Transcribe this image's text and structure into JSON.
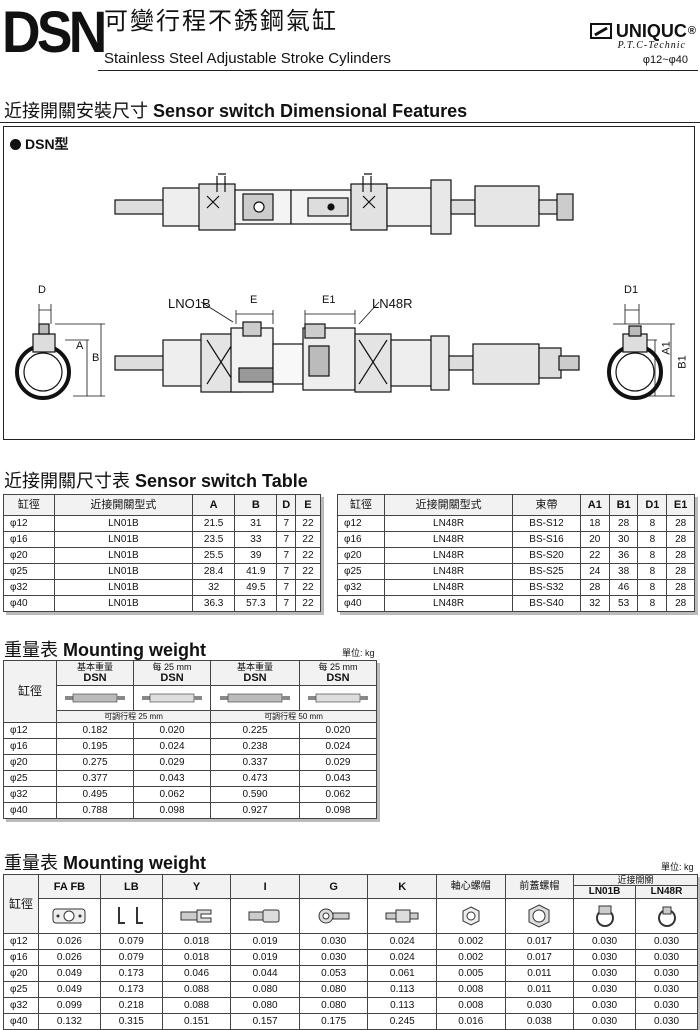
{
  "header": {
    "code": "DSN",
    "title_zh": "可變行程不銹鋼氣缸",
    "title_en": "Stainless Steel Adjustable Stroke Cylinders",
    "brand": "UNIQUC",
    "brand_reg": "®",
    "brand_sub": "P.T.C-Technic",
    "size_range": "φ12~φ40"
  },
  "sections": {
    "sensor_dim_zh": "近接開關安裝尺寸",
    "sensor_dim_en": "Sensor switch Dimensional Features",
    "sensor_table_zh": "近接開關尺寸表",
    "sensor_table_en": "Sensor switch Table",
    "weight_zh": "重量表",
    "weight_en": "Mounting weight"
  },
  "diagram": {
    "type_label": "DSN型",
    "labels": {
      "D": "D",
      "A": "A",
      "B": "B",
      "E": "E",
      "E1": "E1",
      "D1": "D1",
      "A1": "A1",
      "B1": "B1",
      "LNO1B": "LNO1B",
      "LN48R": "LN48R"
    }
  },
  "sensor_table_ln01b": {
    "headers": [
      "缸徑",
      "近接開關型式",
      "A",
      "B",
      "D",
      "E"
    ],
    "rows": [
      [
        "φ12",
        "LN01B",
        "21.5",
        "31",
        "7",
        "22"
      ],
      [
        "φ16",
        "LN01B",
        "23.5",
        "33",
        "7",
        "22"
      ],
      [
        "φ20",
        "LN01B",
        "25.5",
        "39",
        "7",
        "22"
      ],
      [
        "φ25",
        "LN01B",
        "28.4",
        "41.9",
        "7",
        "22"
      ],
      [
        "φ32",
        "LN01B",
        "32",
        "49.5",
        "7",
        "22"
      ],
      [
        "φ40",
        "LN01B",
        "36.3",
        "57.3",
        "7",
        "22"
      ]
    ]
  },
  "sensor_table_ln48r": {
    "headers": [
      "缸徑",
      "近接開關型式",
      "束帶",
      "A1",
      "B1",
      "D1",
      "E1"
    ],
    "rows": [
      [
        "φ12",
        "LN48R",
        "BS-S12",
        "18",
        "28",
        "8",
        "28"
      ],
      [
        "φ16",
        "LN48R",
        "BS-S16",
        "20",
        "30",
        "8",
        "28"
      ],
      [
        "φ20",
        "LN48R",
        "BS-S20",
        "22",
        "36",
        "8",
        "28"
      ],
      [
        "φ25",
        "LN48R",
        "BS-S25",
        "24",
        "38",
        "8",
        "28"
      ],
      [
        "φ32",
        "LN48R",
        "BS-S32",
        "28",
        "46",
        "8",
        "28"
      ],
      [
        "φ40",
        "LN48R",
        "BS-S40",
        "32",
        "53",
        "8",
        "28"
      ]
    ]
  },
  "weight_table_1": {
    "unit": "單位: kg",
    "bore_header": "缸徑",
    "col_headers": [
      {
        "zh": "基本重量",
        "en": "DSN"
      },
      {
        "zh": "每 25 mm",
        "en": "DSN"
      },
      {
        "zh": "基本重量",
        "en": "DSN"
      },
      {
        "zh": "每 25 mm",
        "en": "DSN"
      }
    ],
    "stroke_notes": [
      "可調行程 25 mm",
      "可調行程 50 mm"
    ],
    "rows": [
      [
        "φ12",
        "0.182",
        "0.020",
        "0.225",
        "0.020"
      ],
      [
        "φ16",
        "0.195",
        "0.024",
        "0.238",
        "0.024"
      ],
      [
        "φ20",
        "0.275",
        "0.029",
        "0.337",
        "0.029"
      ],
      [
        "φ25",
        "0.377",
        "0.043",
        "0.473",
        "0.043"
      ],
      [
        "φ32",
        "0.495",
        "0.062",
        "0.590",
        "0.062"
      ],
      [
        "φ40",
        "0.788",
        "0.098",
        "0.927",
        "0.098"
      ]
    ]
  },
  "weight_table_2": {
    "unit": "單位: kg",
    "bore_header": "缸徑",
    "col_headers": [
      "FA FB",
      "LB",
      "Y",
      "I",
      "G",
      "K",
      "軸心螺帽",
      "前蓋螺帽"
    ],
    "sensor_group": "近接開關",
    "sensor_cols": [
      "LN01B",
      "LN48R"
    ],
    "rows": [
      [
        "φ12",
        "0.026",
        "0.079",
        "0.018",
        "0.019",
        "0.030",
        "0.024",
        "0.002",
        "0.017",
        "0.030",
        "0.030"
      ],
      [
        "φ16",
        "0.026",
        "0.079",
        "0.018",
        "0.019",
        "0.030",
        "0.024",
        "0.002",
        "0.017",
        "0.030",
        "0.030"
      ],
      [
        "φ20",
        "0.049",
        "0.173",
        "0.046",
        "0.044",
        "0.053",
        "0.061",
        "0.005",
        "0.011",
        "0.030",
        "0.030"
      ],
      [
        "φ25",
        "0.049",
        "0.173",
        "0.088",
        "0.080",
        "0.080",
        "0.113",
        "0.008",
        "0.011",
        "0.030",
        "0.030"
      ],
      [
        "φ32",
        "0.099",
        "0.218",
        "0.088",
        "0.080",
        "0.080",
        "0.113",
        "0.008",
        "0.030",
        "0.030",
        "0.030"
      ],
      [
        "φ40",
        "0.132",
        "0.315",
        "0.151",
        "0.157",
        "0.175",
        "0.245",
        "0.016",
        "0.038",
        "0.030",
        "0.030"
      ]
    ]
  }
}
